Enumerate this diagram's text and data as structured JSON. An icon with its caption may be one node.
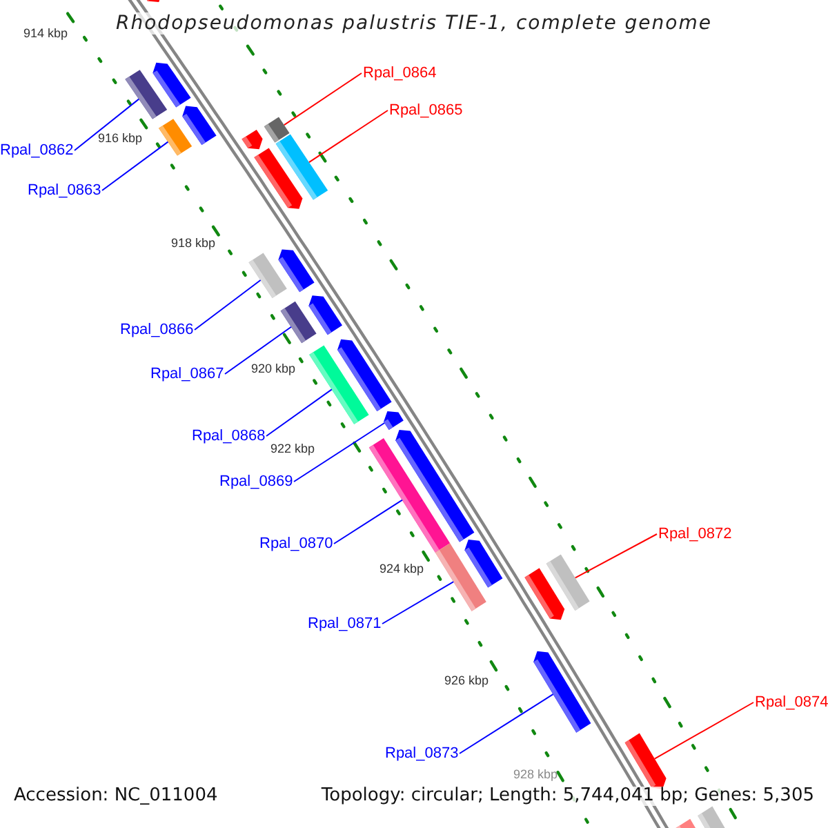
{
  "diagram": {
    "title": "Rhodopseudomonas palustris TIE-1, complete genome",
    "nodes": [
      {
        "text": [
          "Rpal_0864"
        ]
      },
      {
        "text": [
          "Rpal_0865"
        ]
      },
      {
        "text": [
          "Rpal_0862"
        ]
      },
      {
        "text": [
          "Rpal_0863"
        ]
      },
      {
        "text": [
          "Rpal_0866"
        ]
      },
      {
        "text": [
          "Rpal_0867"
        ]
      },
      {
        "text": [
          "Rpal_0868"
        ]
      },
      {
        "text": [
          "Rpal_0869"
        ]
      },
      {
        "text": [
          "Rpal_0870"
        ]
      },
      {
        "text": [
          "Rpal_0872"
        ]
      },
      {
        "text": [
          "Rpal_0871"
        ]
      },
      {
        "text": [
          "Rpal_0874"
        ]
      },
      {
        "text": [
          "Rpal_0873"
        ]
      },
      {
        "text": [],
        "shape": "bar"
      },
      {
        "text": [],
        "shape": "bar"
      },
      {
        "text": [],
        "shape": "bar"
      },
      {
        "text": [],
        "shape": "bar"
      },
      {
        "text": [],
        "shape": "bar"
      },
      {
        "text": [],
        "shape": "bar"
      },
      {
        "text": [],
        "shape": "bar"
      },
      {
        "text": [],
        "shape": "bar"
      },
      {
        "text": [],
        "shape": "bar"
      },
      {
        "text": [],
        "shape": "bar"
      },
      {
        "text": [],
        "shape": "bar"
      },
      {
        "text": [],
        "shape": "bar"
      },
      {
        "text": [],
        "shape": "bar"
      },
      {
        "text": [],
        "shape": "bar"
      },
      {
        "text": [],
        "shape": "bar"
      },
      {
        "text": [],
        "shape": "bar"
      },
      {
        "text": [],
        "shape": "bar"
      },
      {
        "text": [],
        "shape": "bar"
      },
      {
        "text": [],
        "shape": "bar"
      },
      {
        "text": [],
        "shape": "bar"
      },
      {
        "text": [],
        "shape": "bar"
      },
      {
        "text": [],
        "shape": "bar"
      },
      {
        "text": [],
        "shape": "bar"
      },
      {
        "text": [],
        "shape": "bar"
      },
      {
        "text": [],
        "shape": "bar"
      },
      {
        "text": [],
        "shape": "bar"
      }
    ],
    "edges": [
      {
        "from": 0,
        "to": 19,
        "arrow": "none",
        "color": "#ff0000"
      },
      {
        "from": 1,
        "to": 21,
        "arrow": "none",
        "color": "#ff0000"
      },
      {
        "from": 2,
        "to": 14,
        "arrow": "none"
      },
      {
        "from": 3,
        "to": 16,
        "arrow": "none"
      },
      {
        "from": 4,
        "to": 22,
        "arrow": "none"
      },
      {
        "from": 5,
        "to": 24,
        "arrow": "none"
      },
      {
        "from": 6,
        "to": 26,
        "arrow": "none"
      },
      {
        "from": 7,
        "to": 28,
        "arrow": "none"
      },
      {
        "from": 8,
        "to": 29,
        "arrow": "none"
      },
      {
        "from": 9,
        "to": 34,
        "arrow": "none",
        "color": "#ff0000"
      },
      {
        "from": 10,
        "to": 31,
        "arrow": "none"
      },
      {
        "from": 11,
        "to": 36,
        "arrow": "none",
        "color": "#ff0000"
      },
      {
        "from": 12,
        "to": 35,
        "arrow": "none"
      }
    ],
    "labels": [
      "914 kbp",
      "916 kbp",
      "918 kbp",
      "920 kbp",
      "922 kbp",
      "924 kbp",
      "926 kbp",
      "928 kbp",
      "Accession: NC_011004",
      "Topology: circular; Length: 5,744,041 bp; Genes: 5,305"
    ]
  }
}
